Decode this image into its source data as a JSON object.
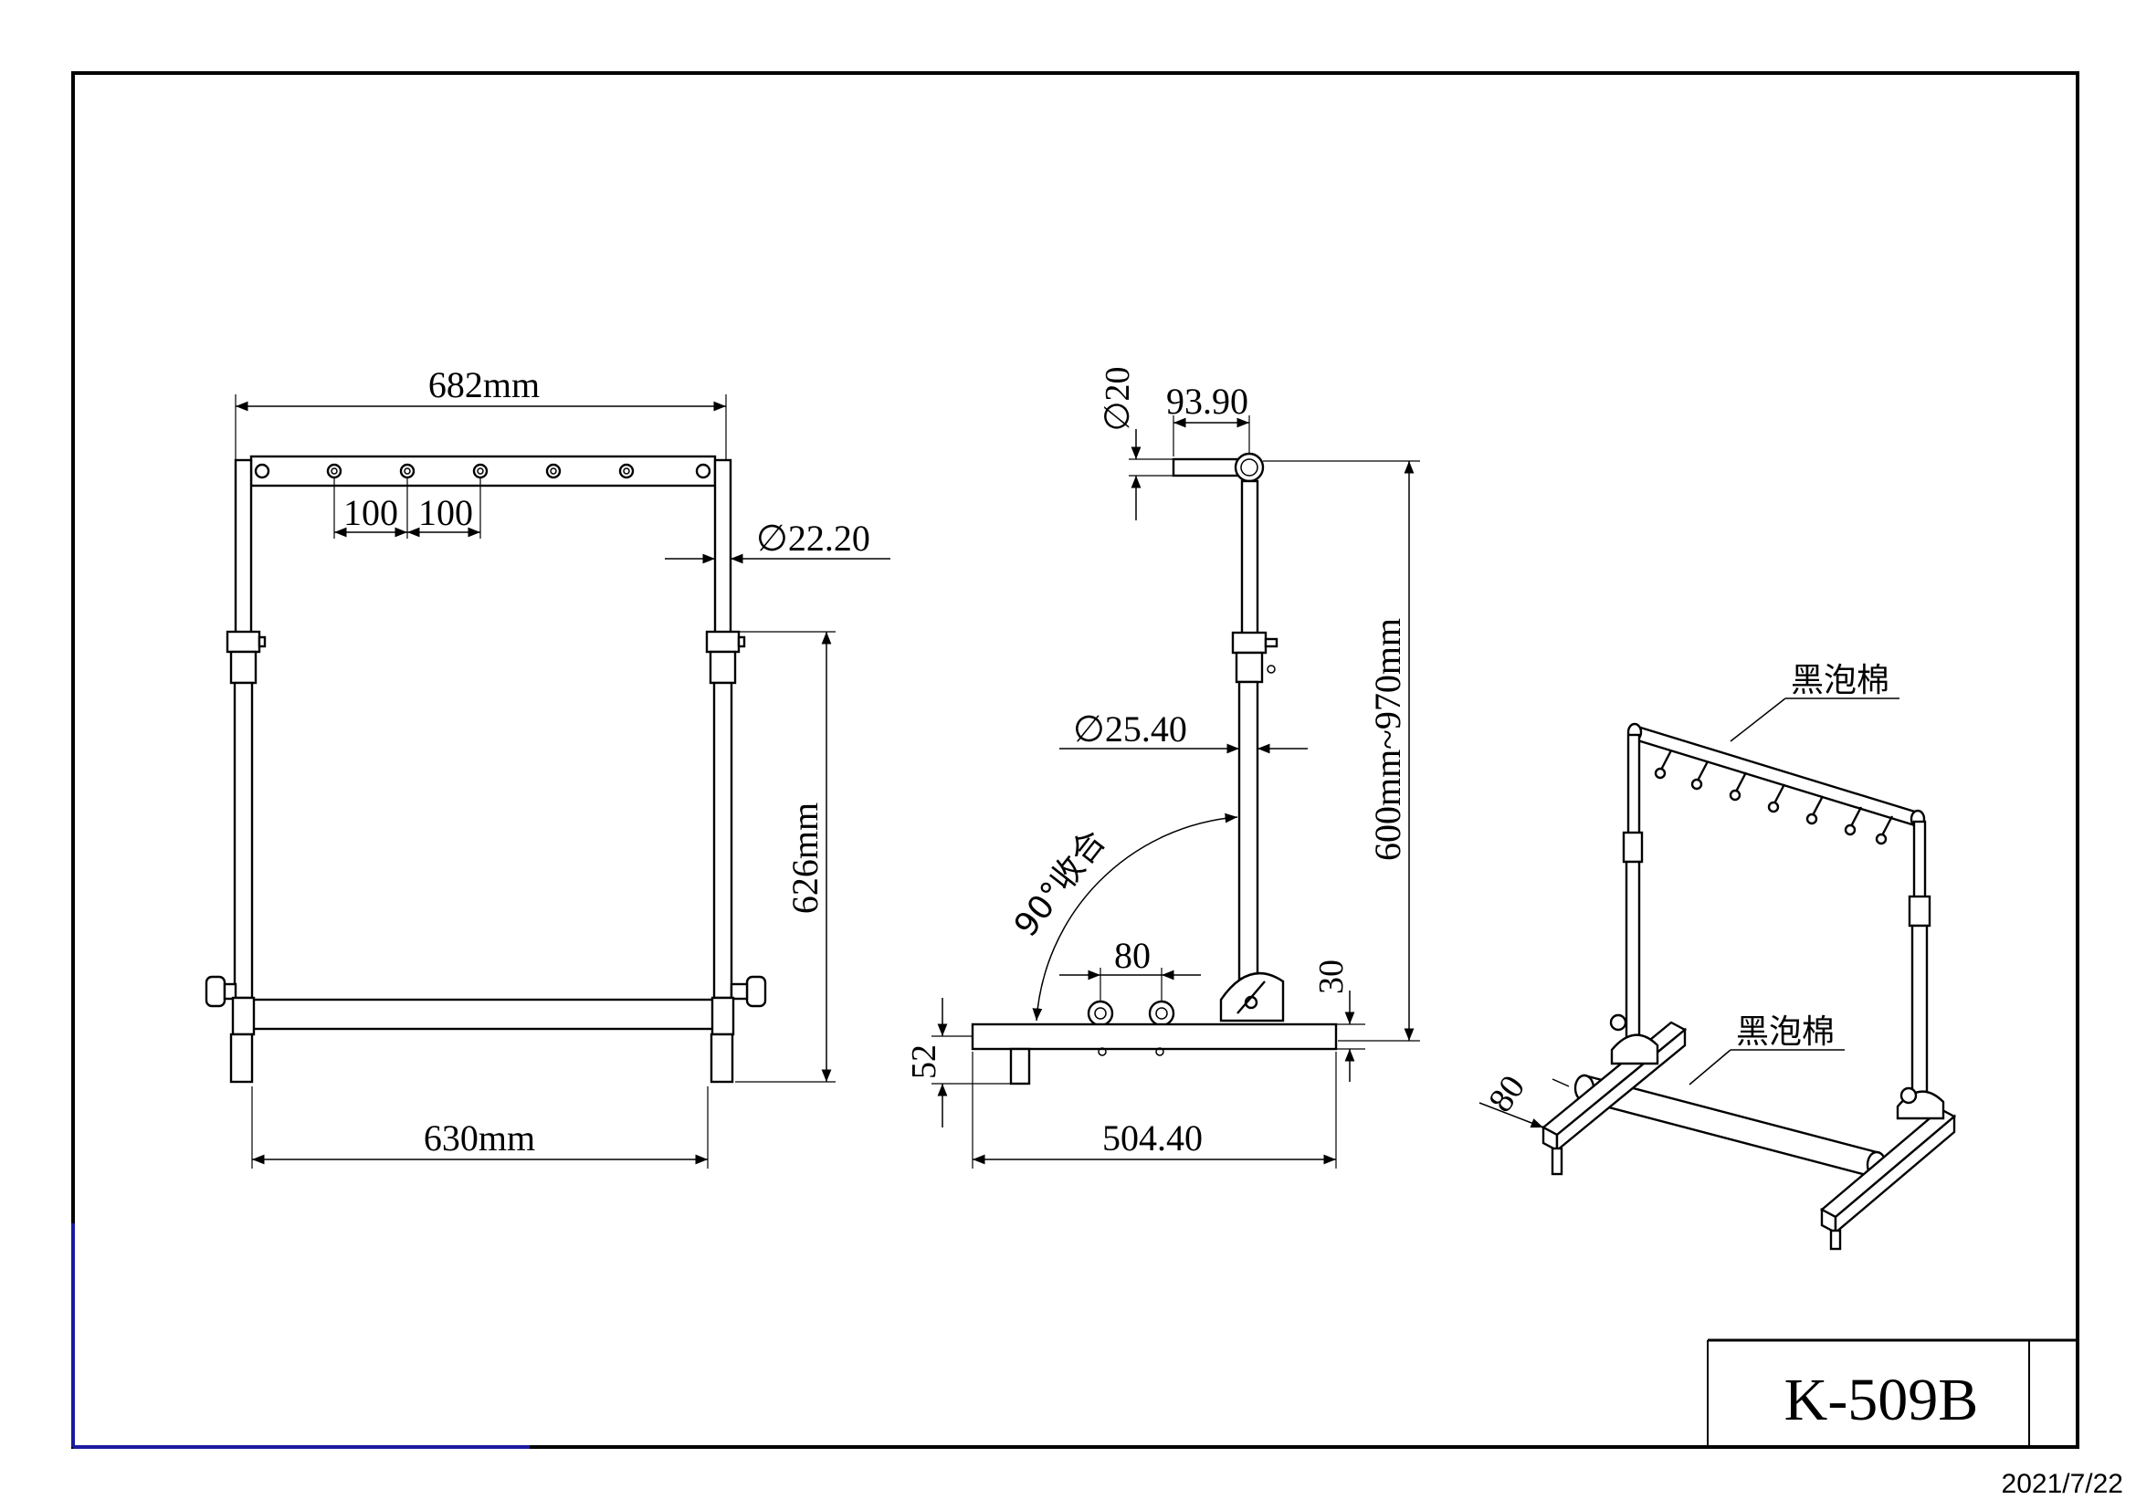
{
  "title_block": {
    "model": "K-509B"
  },
  "date": "2021/7/22",
  "front_view": {
    "width_top": "682mm",
    "spacing_1": "100",
    "spacing_2": "100",
    "tube_diameter": "∅22.20",
    "height": "626mm",
    "width_bottom": "630mm"
  },
  "side_view": {
    "arm_diameter": "∅20",
    "arm_length": "93.90",
    "pole_diameter": "∅25.40",
    "height_range": "600mm~970mm",
    "fold_angle": "90°收合",
    "knob_spacing": "80",
    "base_thickness": "30",
    "foot_height": "52",
    "base_length": "504.40"
  },
  "iso_view": {
    "top_label": "黑泡棉",
    "bottom_label": "黑泡棉",
    "foot_width": "80"
  }
}
